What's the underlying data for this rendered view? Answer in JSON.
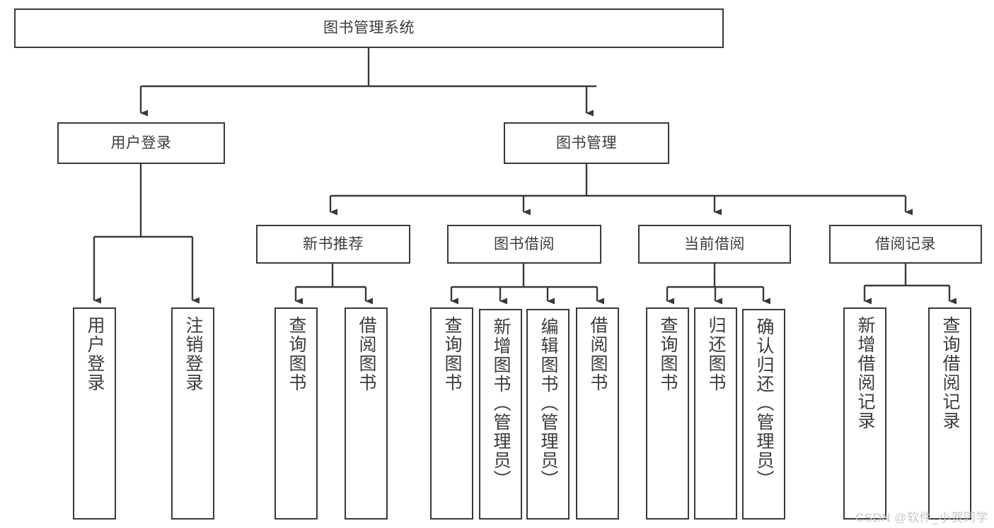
{
  "diagram": {
    "title": "图书管理系统",
    "watermark": "CSDN @软件_小贺同学",
    "colors": {
      "background": "#ffffff",
      "box_border": "#3a3a3a",
      "text": "#3c3c3c",
      "connector": "#3a3a3a",
      "watermark": "#c7c7c7"
    },
    "root": {
      "label": "图书管理系统"
    },
    "level2": [
      {
        "label": "用户登录"
      },
      {
        "label": "图书管理"
      }
    ],
    "level3": [
      {
        "label": "新书推荐"
      },
      {
        "label": "图书借阅"
      },
      {
        "label": "当前借阅"
      },
      {
        "label": "借阅记录"
      }
    ],
    "leaves": {
      "user_login": [
        {
          "label": "用户登录"
        },
        {
          "label": "注销登录"
        }
      ],
      "new_book": [
        {
          "label": "查询图书"
        },
        {
          "label": "借阅图书"
        }
      ],
      "book_borrow": [
        {
          "label": "查询图书"
        },
        {
          "label": "新增图书（管理员）"
        },
        {
          "label": "编辑图书（管理员）"
        },
        {
          "label": "借阅图书"
        }
      ],
      "current_borrow": [
        {
          "label": "查询图书"
        },
        {
          "label": "归还图书"
        },
        {
          "label": "确认归还（管理员）"
        }
      ],
      "borrow_record": [
        {
          "label": "新增借阅记录"
        },
        {
          "label": "查询借阅记录"
        }
      ]
    }
  }
}
